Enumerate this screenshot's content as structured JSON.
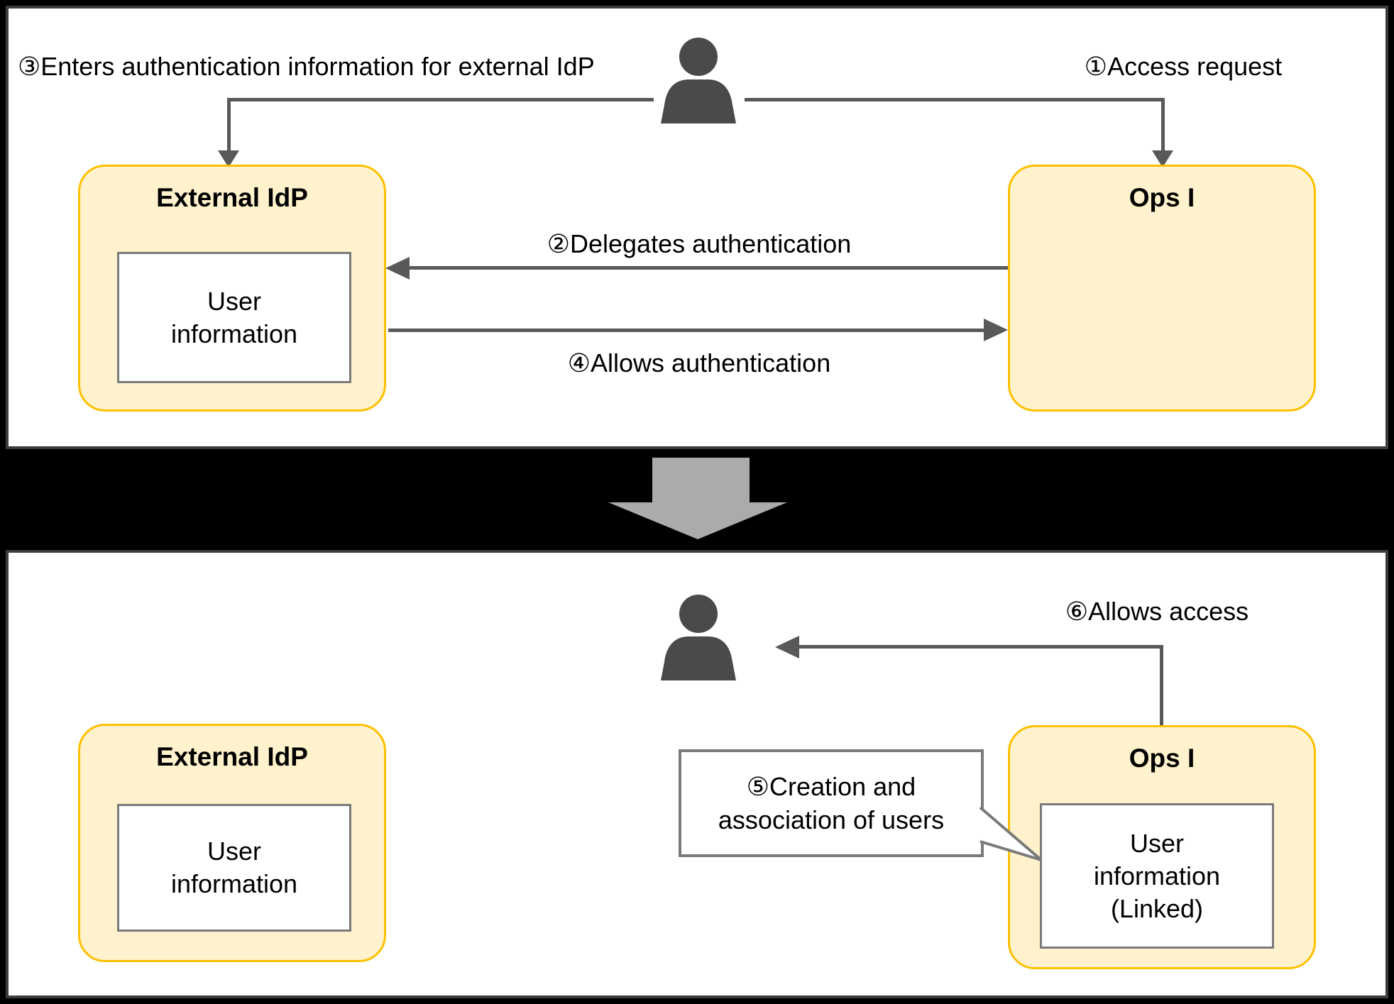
{
  "panels": {
    "top": {
      "step3_label": "③Enters authentication information for external IdP",
      "step1_label": "①Access request",
      "step2_label": "②Delegates authentication",
      "step4_label": "④Allows authentication",
      "external_idp": {
        "title": "External IdP",
        "inner_text": "User information"
      },
      "ops": {
        "title": "Ops I"
      }
    },
    "bottom": {
      "step6_label": "⑥Allows access",
      "step5_callout": "⑤Creation and association of users",
      "external_idp": {
        "title": "External IdP",
        "inner_text": "User information"
      },
      "ops": {
        "title": "Ops I",
        "inner_text": "User information (Linked)"
      }
    }
  },
  "icons": {
    "person": "person-icon",
    "transition": "big-down-arrow-icon"
  },
  "colors": {
    "background": "#000000",
    "panel": "#ffffff",
    "panel_border": "#3d3d3d",
    "box_fill": "#fff2cc",
    "box_border": "#ffc000",
    "inner_box_border": "#7a7a7a",
    "connector": "#595959",
    "person": "#4a4a4a",
    "transition_arrow": "#ababab",
    "text": "#000000"
  }
}
